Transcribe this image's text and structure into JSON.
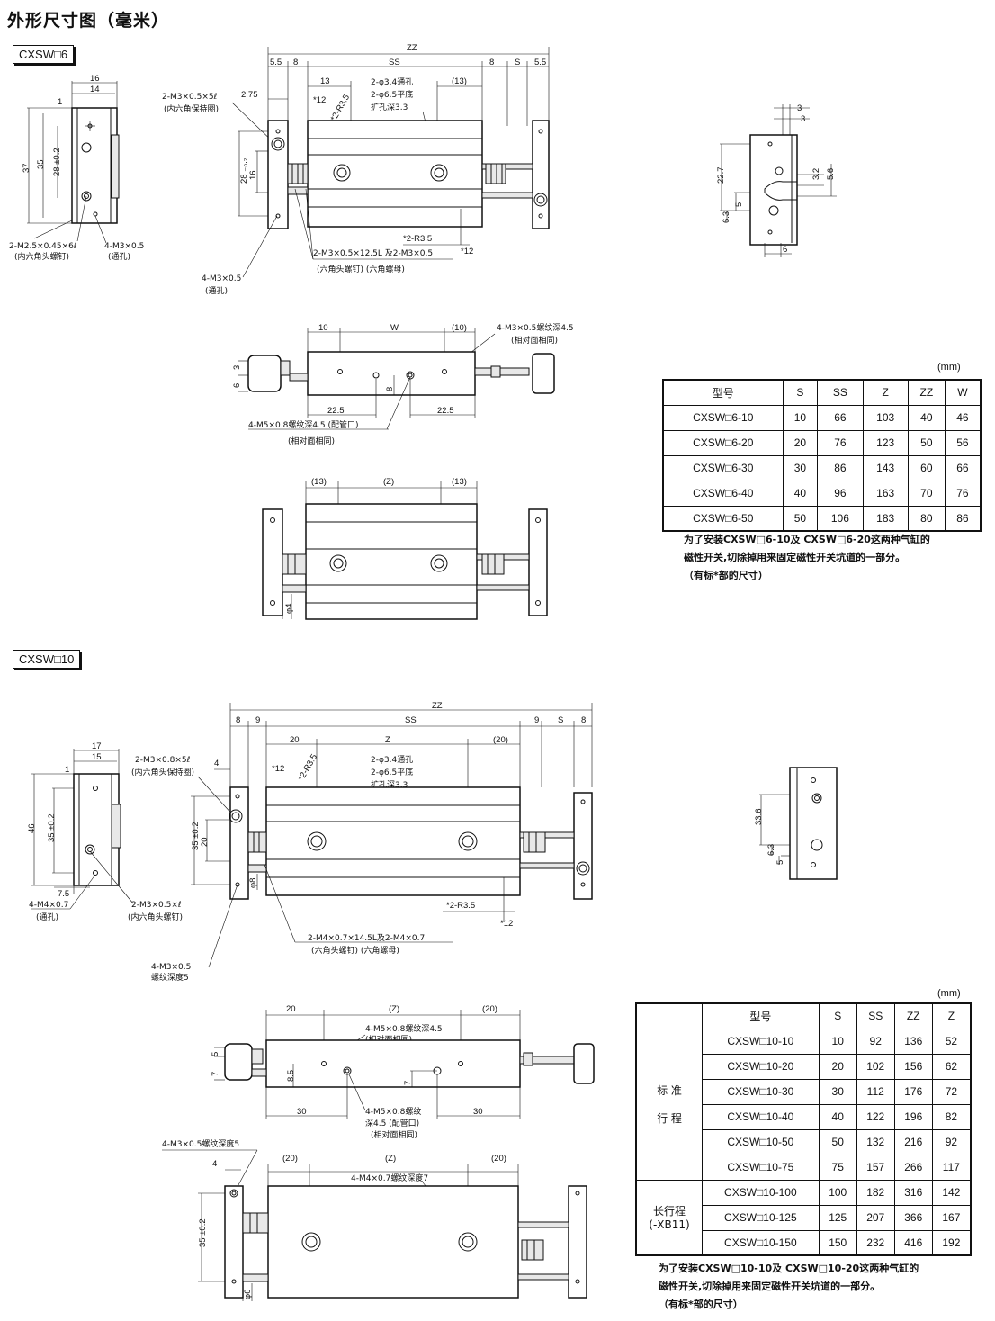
{
  "page_title": "外形尺寸图（毫米）",
  "sec1": {
    "tag": "CXSW□6",
    "end_view": {
      "w16": "16",
      "w14": "14",
      "d1": "1",
      "h37": "37",
      "h35": "35",
      "h28": "28 ±0.2",
      "c1": "2-M2.5×0.45×6ℓ",
      "c1b": "(内六角头螺钉)",
      "c2": "4-M3×0.5",
      "c2b": "(通孔)"
    },
    "front": {
      "zz": "ZZ",
      "d55a": "5.5",
      "d8a": "8",
      "ss": "SS",
      "d8b": "8",
      "s": "S",
      "d55b": "5.5",
      "d13": "13",
      "d13b": "(13)",
      "d275": "2.75",
      "r12": "*12",
      "r35": "*2-R3.5",
      "c1": "2-M3×0.5×5ℓ",
      "c1b": "(内六角保持圈)",
      "h1": "2-φ3.4通孔",
      "h2": "2-φ6.5平底",
      "h3": "扩孔深3.3",
      "v28": "28 ₋₀.₂",
      "v16": "16",
      "r35b": "*2-R3.5",
      "r12b": "*12",
      "c2": "2-M3×0.5×12.5L 及2-M3×0.5",
      "c2b": "(六角头螺钉)  (六角螺母)",
      "c3": "4-M3×0.5",
      "c3b": "(通孔)"
    },
    "side": {
      "d3a": "3",
      "d3b": "3",
      "d32": "3.2",
      "d56": "5.6",
      "d227": "22.7",
      "d5": "5",
      "d63": "6.3",
      "d6": "6"
    },
    "top": {
      "d10": "10",
      "w": "W",
      "d10b": "(10)",
      "c1": "4-M3×0.5螺纹深4.5",
      "c1b": "(相对面相同)",
      "d3": "3",
      "d6": "6",
      "d8": "8",
      "d225a": "22.5",
      "d225b": "22.5",
      "c2": "4-M5×0.8螺纹深4.5 (配管口)",
      "c2b": "(相对面相同)"
    },
    "bottom": {
      "d13a": "(13)",
      "z": "(Z)",
      "d13b": "(13)",
      "phi4": "φ4"
    },
    "unit": "(mm)",
    "headers": [
      "型号",
      "S",
      "SS",
      "Z",
      "ZZ",
      "W"
    ],
    "rows": [
      [
        "CXSW□6-10",
        "10",
        "66",
        "103",
        "40",
        "46"
      ],
      [
        "CXSW□6-20",
        "20",
        "76",
        "123",
        "50",
        "56"
      ],
      [
        "CXSW□6-30",
        "30",
        "86",
        "143",
        "60",
        "66"
      ],
      [
        "CXSW□6-40",
        "40",
        "96",
        "163",
        "70",
        "76"
      ],
      [
        "CXSW□6-50",
        "50",
        "106",
        "183",
        "80",
        "86"
      ]
    ],
    "note1": "为了安装CXSW□6-10及 CXSW□6-20这两种气缸的",
    "note2": "磁性开关,切除掉用来固定磁性开关坑道的一部分。",
    "note3": "（有标*部的尺寸）"
  },
  "sec2": {
    "tag": "CXSW□10",
    "end_view": {
      "w17": "17",
      "w15": "15",
      "d1": "1",
      "h46": "46",
      "h35": "35 ±0.2",
      "d75": "7.5",
      "c1": "4-M4×0.7",
      "c1b": "(通孔)",
      "c2": "2-M3×0.5×ℓ",
      "c2b": "(内六角头螺钉)"
    },
    "front": {
      "zz": "ZZ",
      "d8a": "8",
      "d9a": "9",
      "ss": "SS",
      "d9b": "9",
      "s": "S",
      "d8b": "8",
      "d20": "20",
      "z": "Z",
      "d20b": "(20)",
      "d4": "4",
      "c1": "2-M3×0.8×5ℓ",
      "c1b": "(内六角头保持圈)",
      "r12": "*12",
      "r35": "*2-R3.5",
      "h1": "2-φ3.4通孔",
      "h2": "2-φ6.5平底",
      "h3": "扩孔深3.3",
      "v35": "35 ±0.2",
      "v20": "20",
      "phi8": "φ8",
      "r35b": "*2-R3.5",
      "r12b": "*12",
      "c2": "2-M4×0.7×14.5L及2-M4×0.7",
      "c2b": "(六角头螺钉)  (六角螺母)",
      "c3": "4-M3×0.5",
      "c3b": "螺纹深度5"
    },
    "side": {
      "d336": "33.6",
      "d63": "6.3",
      "d5": "5"
    },
    "top": {
      "d20": "20",
      "z": "(Z)",
      "d20b": "(20)",
      "c1": "4-M5×0.8螺纹深4.5",
      "c1b": "(相对面相同)",
      "d5": "5",
      "d7": "7",
      "d85": "8.5",
      "d7b": "7",
      "d30a": "30",
      "d30b": "30",
      "c2": "4-M5×0.8螺纹",
      "c2b": "深4.5 (配管口)",
      "c2c": "(相对面相同)"
    },
    "bottom": {
      "c1": "4-M3×0.5螺纹深度5",
      "d4": "4",
      "d20a": "(20)",
      "z": "(Z)",
      "d20b": "(20)",
      "c2": "4-M4×0.7螺纹深度7",
      "v35": "35 ±0.2",
      "phi6": "φ6"
    },
    "unit": "(mm)",
    "headers": [
      "型号",
      "S",
      "SS",
      "ZZ",
      "Z"
    ],
    "group_std": "标  准\n\n行  程",
    "group_long": "长行程\n(-XB11)",
    "rows": [
      [
        "CXSW□10-10",
        "10",
        "92",
        "136",
        "52"
      ],
      [
        "CXSW□10-20",
        "20",
        "102",
        "156",
        "62"
      ],
      [
        "CXSW□10-30",
        "30",
        "112",
        "176",
        "72"
      ],
      [
        "CXSW□10-40",
        "40",
        "122",
        "196",
        "82"
      ],
      [
        "CXSW□10-50",
        "50",
        "132",
        "216",
        "92"
      ],
      [
        "CXSW□10-75",
        "75",
        "157",
        "266",
        "117"
      ],
      [
        "CXSW□10-100",
        "100",
        "182",
        "316",
        "142"
      ],
      [
        "CXSW□10-125",
        "125",
        "207",
        "366",
        "167"
      ],
      [
        "CXSW□10-150",
        "150",
        "232",
        "416",
        "192"
      ]
    ],
    "note1": "为了安装CXSW□10-10及 CXSW□10-20这两种气缸的",
    "note2": "磁性开关,切除掉用来固定磁性开关坑道的一部分。",
    "note3": "（有标*部的尺寸）"
  }
}
